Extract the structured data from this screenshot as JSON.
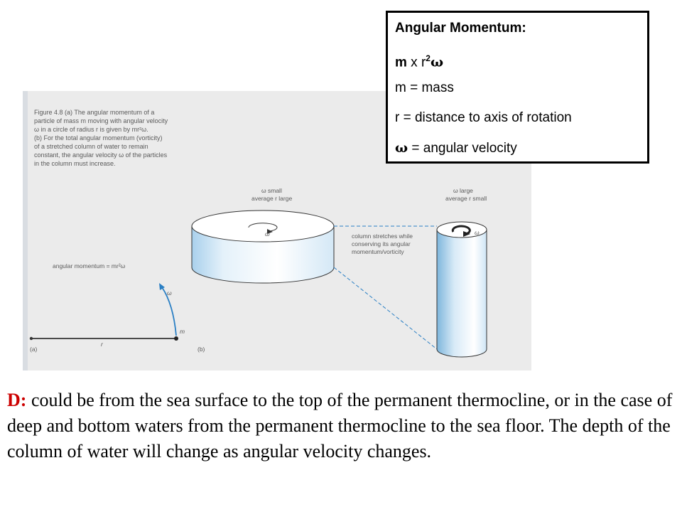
{
  "info_box": {
    "title": "Angular Momentum:",
    "formula_m": "m",
    "formula_x": " x r",
    "formula_exp": "2",
    "formula_omega": "ω",
    "line_mass": "m = mass",
    "line_r": "r = distance to axis of rotation",
    "line_omega_symbol": "ω",
    "line_omega_text": " = angular velocity"
  },
  "figure": {
    "caption": [
      "Figure 4.8 (a)   The angular momentum of a",
      "particle of mass m moving with angular velocity",
      "ω in a circle of radius r is given by mr²ω.",
      "(b)   For the total angular momentum (vorticity)",
      "of a stretched column of water to remain",
      "constant, the angular velocity ω of the particles",
      "in the column must increase."
    ],
    "angular_momentum_label": "angular momentum = mr²ω",
    "label_a": "(a)",
    "label_b": "(b)",
    "label_r": "r",
    "label_m": "m",
    "label_omega": "ω",
    "disc_omega": "ω",
    "cyl_omega": "ω",
    "small_top": "ω small",
    "small_bottom": "average r large",
    "large_top": "ω  large",
    "large_bottom": "average r small",
    "stretch_note": [
      "column stretches while",
      "conserving its angular",
      "momentum/vorticity"
    ]
  },
  "bottom_text": {
    "label": "D:",
    "body": " could be from the sea surface to the top of the permanent thermocline, or in the case of deep and bottom waters from the permanent thermocline to the sea floor. The depth of the column of water will change as angular velocity changes."
  },
  "colors": {
    "label_red": "#cc0000",
    "scan_gray": "#ebebeb",
    "cylinder_blue": "#7eb6dc",
    "arrow_blue": "#2a7fc4"
  }
}
